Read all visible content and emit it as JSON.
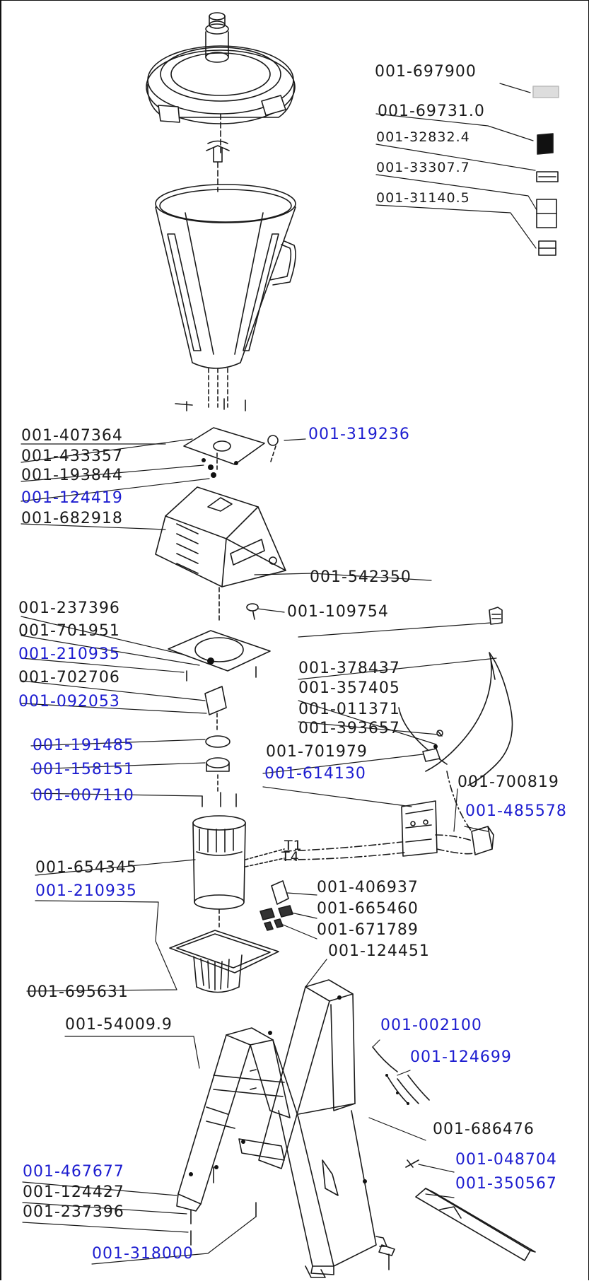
{
  "colors": {
    "line": "#1a1a1a",
    "part_number_black": "#1a1a1a",
    "part_number_blue": "#1c1cd0",
    "background": "#ffffff"
  },
  "part_numbers": {
    "p697900": "001-697900",
    "p697310": "001-69731.0",
    "p328324": "001-32832.4",
    "p333077": "001-33307.7",
    "p311405": "001-31140.5",
    "p407364": "001-407364",
    "p433357": "001-433357",
    "p193844": "001-193844",
    "p124419": "001-124419",
    "p319236": "001-319236",
    "p682918": "001-682918",
    "p542350": "001-542350",
    "p237396a": "001-237396",
    "p109754": "001-109754",
    "p701951": "001-701951",
    "p210935a": "001-210935",
    "p702706": "001-702706",
    "p092053": "001-092053",
    "p378437": "001-378437",
    "p357405": "001-357405",
    "p011371": "001-011371",
    "p393657": "001-393657",
    "p191485": "001-191485",
    "p701979": "001-701979",
    "p614130": "001-614130",
    "p158151": "001-158151",
    "p700819": "001-700819",
    "p007110": "001-007110",
    "p485578": "001-485578",
    "p654345": "001-654345",
    "p210935b": "001-210935",
    "p406937": "001-406937",
    "p665460": "001-665460",
    "p671789": "001-671789",
    "p124451": "001-124451",
    "p695631": "001-695631",
    "p540099": "001-54009.9",
    "p002100": "001-002100",
    "p124699": "001-124699",
    "p686476": "001-686476",
    "p048704": "001-048704",
    "p467677": "001-467677",
    "p350567": "001-350567",
    "p124427": "001-124427",
    "p237396b": "001-237396",
    "p318000": "001-318000"
  },
  "wire_labels": {
    "t1": "T1",
    "t4": "T4"
  }
}
